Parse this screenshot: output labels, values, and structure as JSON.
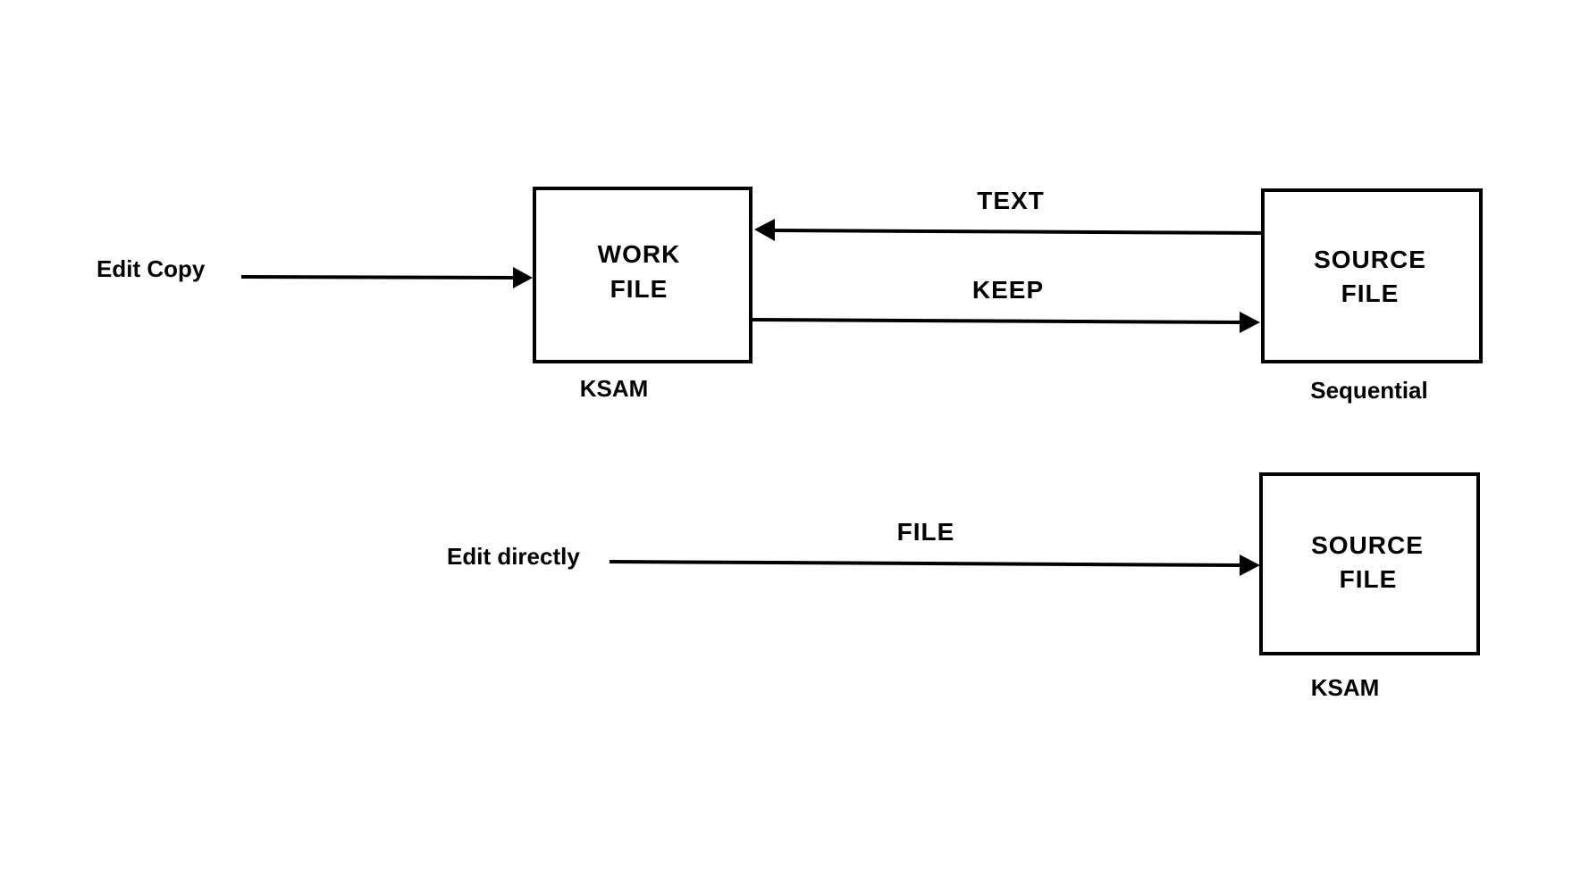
{
  "nodes": {
    "work_file": {
      "line1": "WORK",
      "line2": "FILE",
      "type_label": "KSAM"
    },
    "source_file_sequential": {
      "line1": "SOURCE",
      "line2": "FILE",
      "type_label": "Sequential"
    },
    "source_file_ksam": {
      "line1": "SOURCE",
      "line2": "FILE",
      "type_label": "KSAM"
    }
  },
  "inputs": {
    "edit_copy": "Edit Copy",
    "edit_directly": "Edit directly"
  },
  "edges": {
    "text": "TEXT",
    "keep": "KEEP",
    "file": "FILE"
  },
  "colors": {
    "stroke": "#000000",
    "background": "#ffffff"
  }
}
